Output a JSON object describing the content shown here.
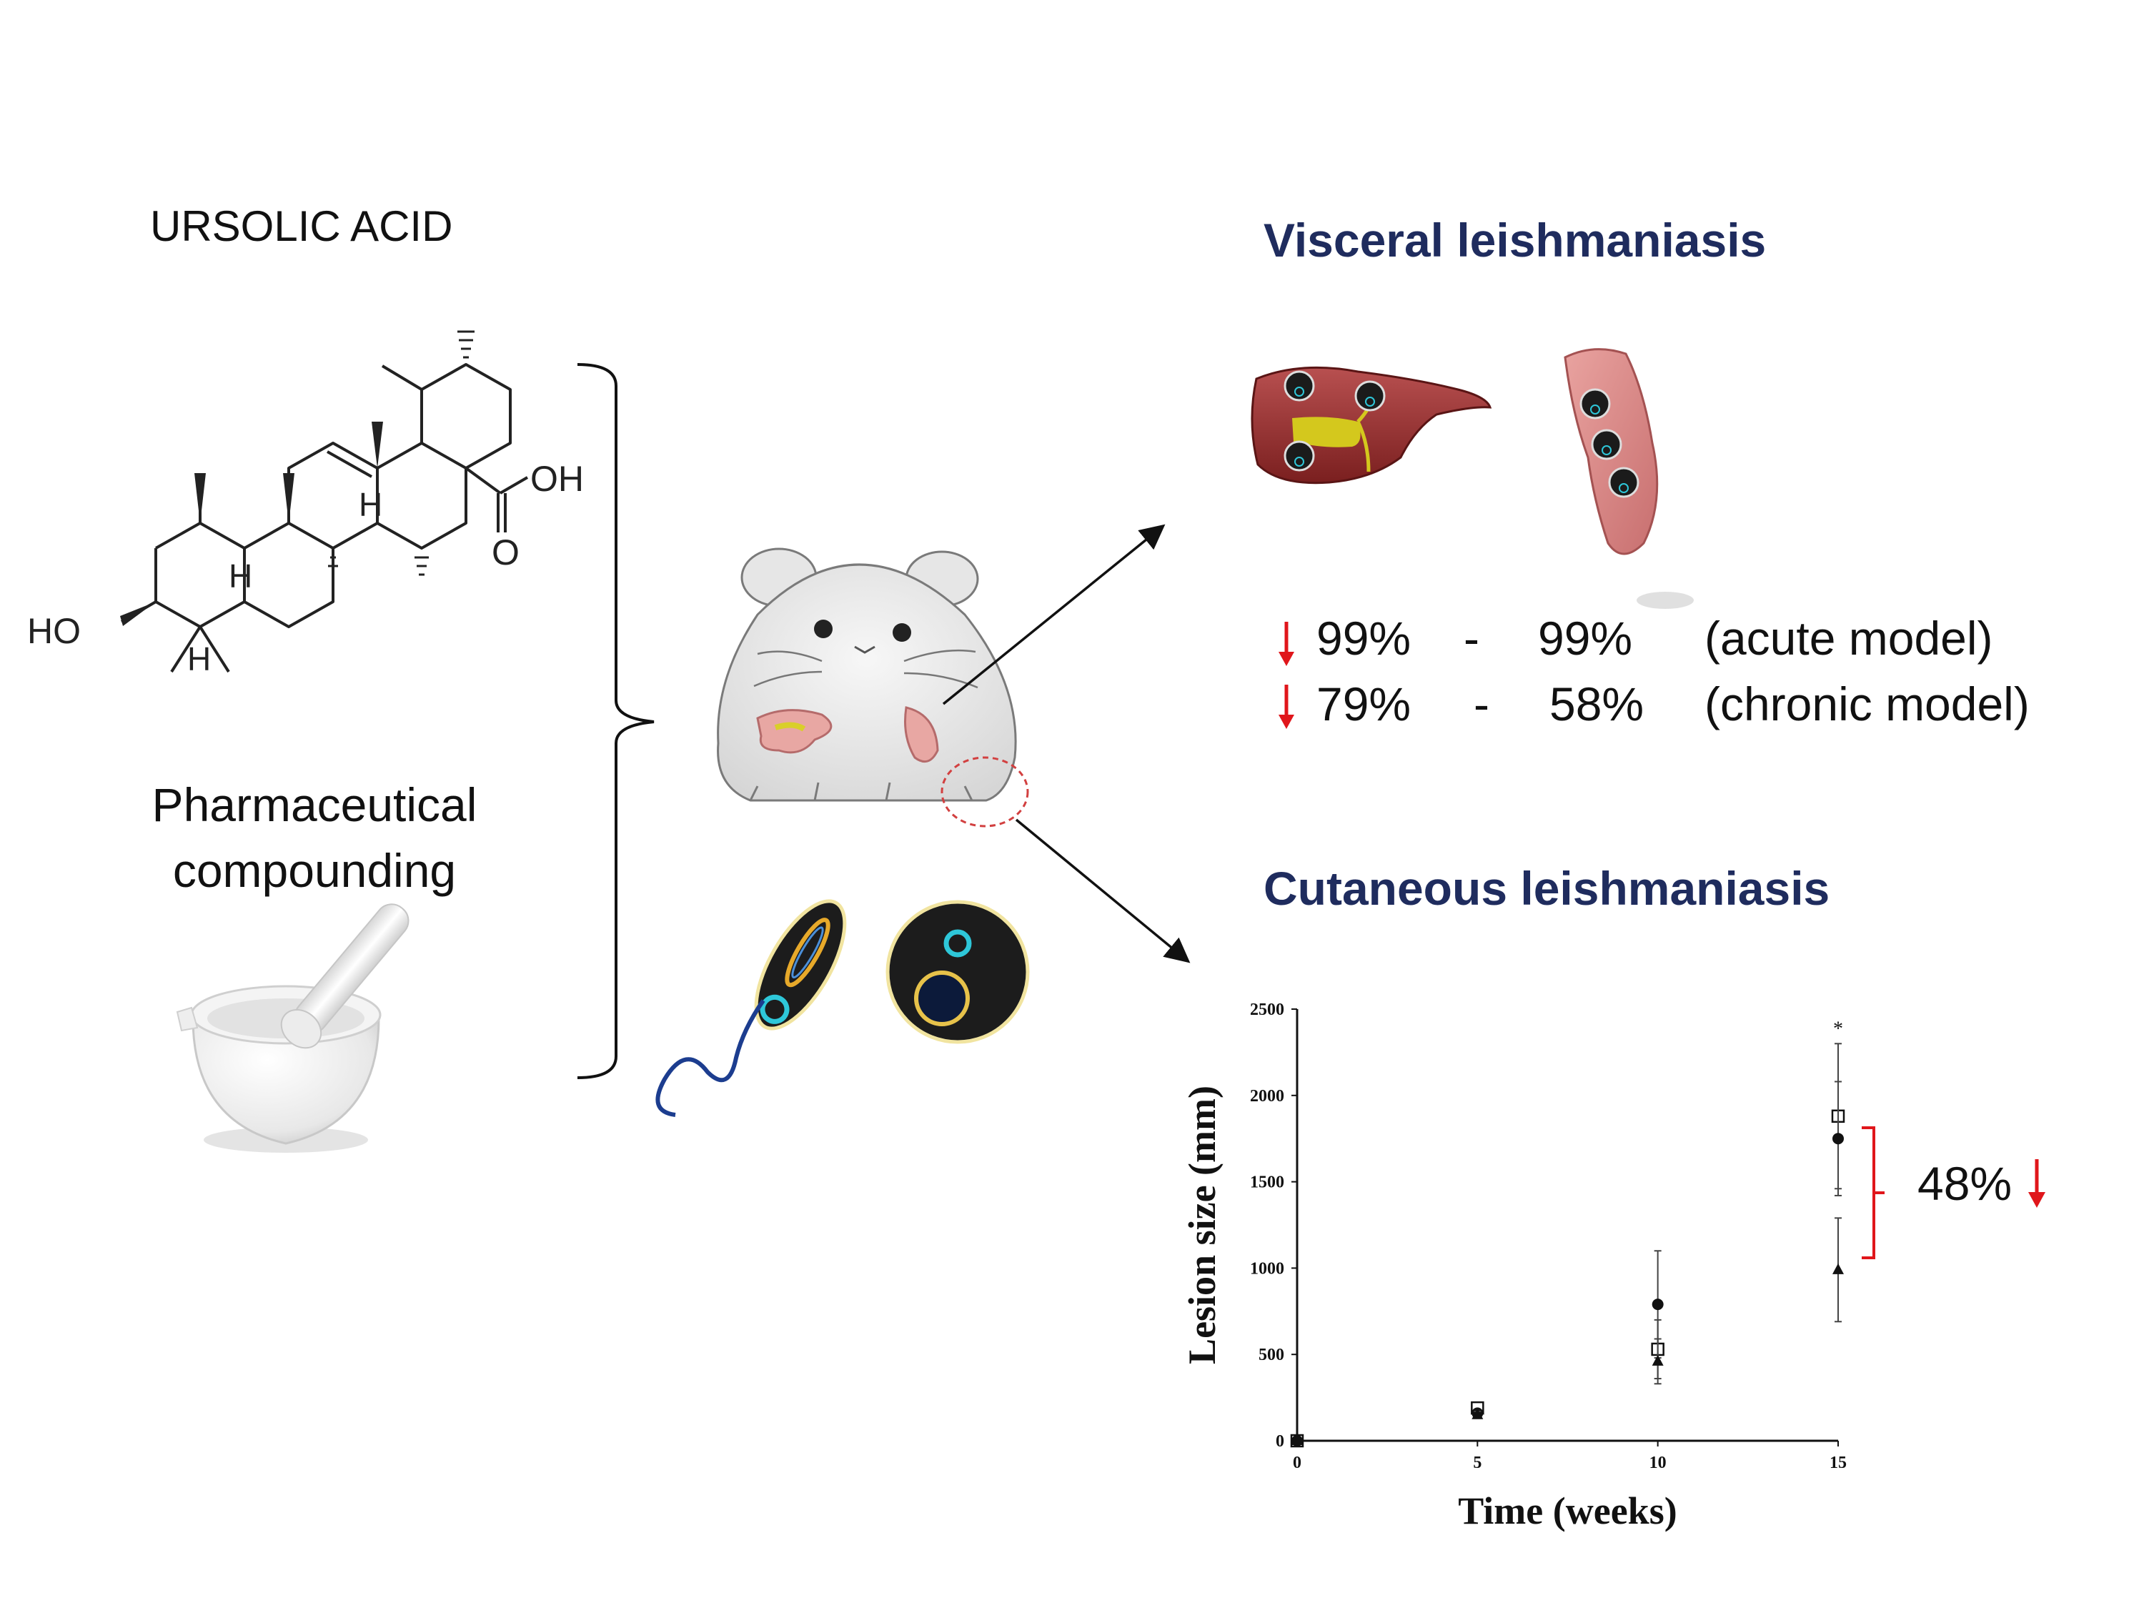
{
  "left": {
    "compound_title": "URSOLIC ACID",
    "compound_line1": "Pharmaceutical",
    "compound_line2": "compounding",
    "molecule_labels": {
      "oh": "OH",
      "o": "O",
      "ho": "HO",
      "h": "H"
    }
  },
  "visceral": {
    "title": "Visceral leishmaniasis",
    "rows": [
      {
        "value_a": "99%",
        "sep": "-",
        "value_b": "99%",
        "model": "(acute model)"
      },
      {
        "value_a": "79%",
        "sep": "-",
        "value_b": "58%",
        "model": "(chronic model)"
      }
    ]
  },
  "cutaneous": {
    "title": "Cutaneous leishmaniasis",
    "reduction_label": "48%"
  },
  "colors": {
    "accent_red": "#e0161b",
    "heading_navy": "#1f2c5e"
  },
  "chart_data": {
    "type": "scatter",
    "xlabel": "Time (weeks)",
    "ylabel": "Lesion size (mm)",
    "xlim": [
      0,
      15
    ],
    "ylim": [
      0,
      2500
    ],
    "x_ticks": [
      "0",
      "5",
      "10",
      "15"
    ],
    "y_ticks": [
      "0",
      "500",
      "1000",
      "1500",
      "2000",
      "2500"
    ],
    "annotation": "*",
    "series": [
      {
        "marker": "open-square",
        "x": [
          0,
          5,
          10,
          15
        ],
        "y": [
          0,
          190,
          530,
          1880
        ],
        "err": [
          0,
          20,
          170,
          420
        ]
      },
      {
        "marker": "filled-circle",
        "x": [
          0,
          5,
          10,
          15
        ],
        "y": [
          0,
          160,
          790,
          1750
        ],
        "err": [
          0,
          20,
          310,
          330
        ]
      },
      {
        "marker": "filled-triangle",
        "x": [
          0,
          5,
          10,
          15
        ],
        "y": [
          0,
          150,
          460,
          990
        ],
        "err": [
          0,
          20,
          130,
          300
        ]
      }
    ]
  }
}
